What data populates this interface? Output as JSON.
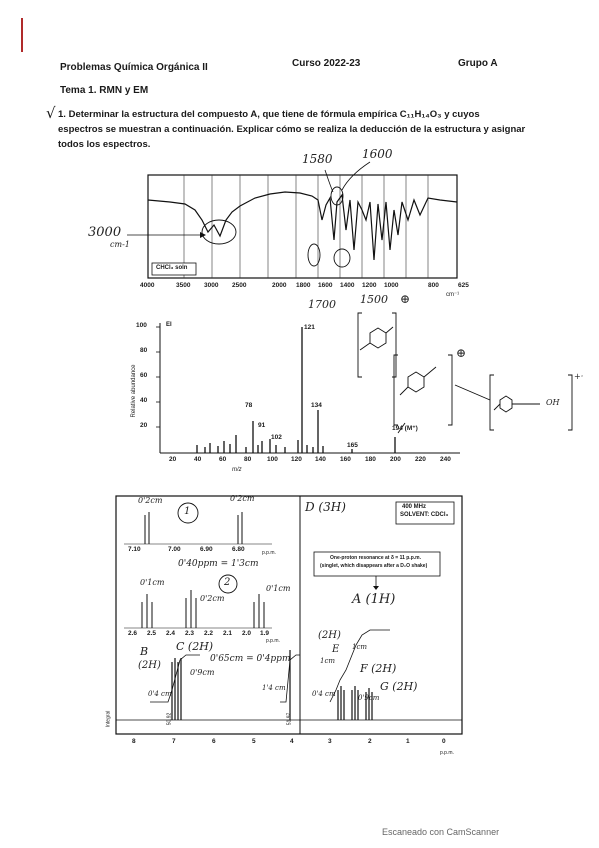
{
  "header": {
    "course_title": "Problemas Química Orgánica II",
    "year": "Curso 2022-23",
    "group": "Grupo A"
  },
  "topic": "Tema 1. RMN y EM",
  "problem": {
    "check_mark": "√",
    "number": "1.",
    "line1": "Determinar la estructura del compuesto A, que tiene de fórmula empírica C₁₁H₁₄O₃ y cuyos",
    "line2": "espectros se muestran a continuación. Explicar cómo se realiza la deducción de la estructura y asignar",
    "line3": "todos los espectros."
  },
  "ir": {
    "box_label": "CHCl₃ soln",
    "x_ticks": [
      "4000",
      "3500",
      "3000",
      "2500",
      "2000",
      "1800",
      "1600",
      "1400",
      "1200",
      "1000",
      "800",
      "625"
    ],
    "x_unit": "cm⁻¹",
    "annot_3000": "3000",
    "annot_3000_unit": "cm-1",
    "annot_1580": "1580",
    "annot_1600": "1600",
    "annot_1700": "1700",
    "annot_1500": "1500"
  },
  "ms": {
    "y_label": "Relative abundance",
    "y_ticks": [
      "100",
      "80",
      "60",
      "40",
      "20"
    ],
    "ei_label": "EI",
    "x_ticks": [
      "20",
      "40",
      "60",
      "80",
      "100",
      "120",
      "140",
      "160",
      "180",
      "200",
      "220",
      "240"
    ],
    "x_label": "m/z",
    "peak_labels": {
      "p121": "121",
      "p78": "78",
      "p91": "91",
      "p102": "102",
      "p134": "134",
      "p165": "165",
      "p194": "194 (M⁺)"
    },
    "annot_oh": "OH",
    "annot_plus": "⊕",
    "annot_radical": "+·"
  },
  "nmr": {
    "info_line1": "400 MHz",
    "info_line2": "SOLVENT: CDCl₃",
    "note_line1": "One-proton resonance at δ = 11 p.p.m.",
    "note_line2": "(singlet, which disappears after a D₂O shake)",
    "label_A": "A (1H)",
    "label_D": "D (3H)",
    "label_B": "B",
    "label_B_h": "(2H)",
    "label_C": "C (2H)",
    "label_E": "E",
    "label_E_h": "(2H)",
    "label_F": "F (2H)",
    "label_G": "G (2H)",
    "circle1": "1",
    "circle2": "2",
    "inset1_ticks": [
      "7.10",
      "7.00",
      "6.90",
      "6.80"
    ],
    "inset1_unit": "p.p.m.",
    "inset1_annot_a": "0'2cm",
    "inset1_annot_b": "0'2cm",
    "inset1_eq": "0'40ppm = 1'3cm",
    "inset2_ticks": [
      "2.6",
      "2.5",
      "2.4",
      "2.3",
      "2.2",
      "2.1",
      "2.0",
      "1.9"
    ],
    "inset2_unit": "p.p.m.",
    "inset2_annot_a": "0'1cm",
    "inset2_annot_b": "0'2cm",
    "inset2_annot_c": "0'1cm",
    "inset2_eq": "0'65cm = 0'4ppm",
    "annot_09": "0'9cm",
    "annot_09b": "0'9cm",
    "annot_1cm": "1cm",
    "annot_1cm_b": "1cm",
    "annot_14": "1'4 cm",
    "annot_04": "0'4 cm",
    "annot_04b": "0'4 cm",
    "integrals": [
      "50.92",
      "51.97"
    ],
    "x_ticks": [
      "8",
      "7",
      "6",
      "5",
      "4",
      "3",
      "2",
      "1",
      "0"
    ],
    "x_unit": "p.p.m.",
    "side_label": "Integral"
  },
  "footer": "Escaneado con CamScanner"
}
